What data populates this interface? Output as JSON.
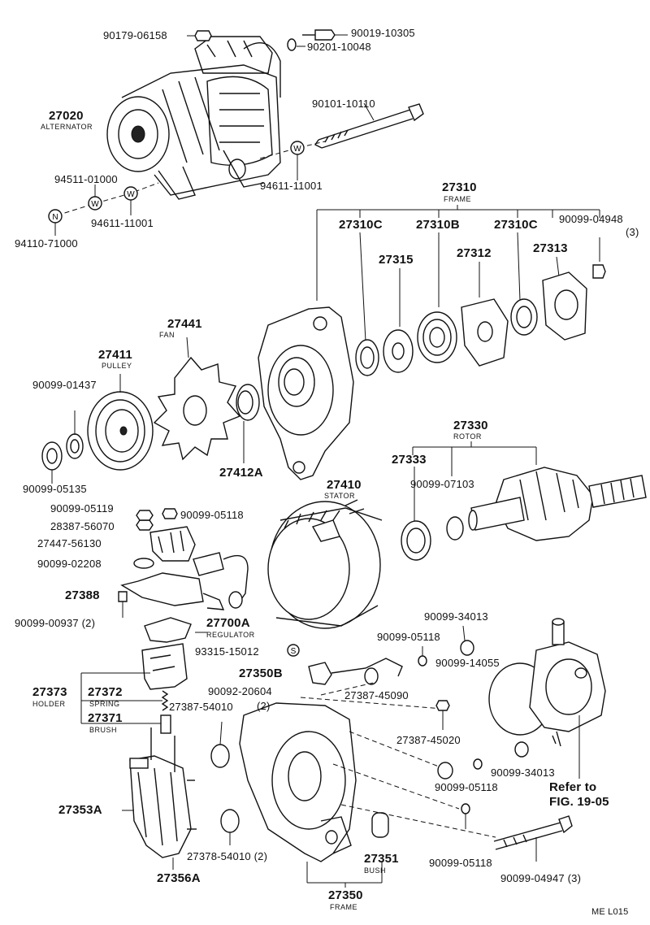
{
  "labels": {
    "p90179_06158": "90179-06158",
    "p90019_10305": "90019-10305",
    "p90201_10048": "90201-10048",
    "p27020": "27020",
    "alternator": "ALTERNATOR",
    "p90101_10110": "90101-10110",
    "p94511_01000": "94511-01000",
    "p94611_11001_a": "94611-11001",
    "p94611_11001_b": "94611-11001",
    "p94110_71000": "94110-71000",
    "p27310": "27310",
    "frame_top": "FRAME",
    "p27310C_a": "27310C",
    "p27310B": "27310B",
    "p27310C_b": "27310C",
    "p90099_04948": "90099-04948",
    "qty3_top": "(3)",
    "p27315": "27315",
    "p27312": "27312",
    "p27313": "27313",
    "p27441": "27441",
    "fan": "FAN",
    "p27411": "27411",
    "pulley": "PULLEY",
    "p90099_01437": "90099-01437",
    "p27412A": "27412A",
    "p90099_05135": "90099-05135",
    "p27330": "27330",
    "rotor": "ROTOR",
    "p27333": "27333",
    "p90099_07103": "90099-07103",
    "p27410": "27410",
    "stator": "STATOR",
    "p90099_05119": "90099-05119",
    "p28387_56070": "28387-56070",
    "p90099_05118_a": "90099-05118",
    "p27447_56130": "27447-56130",
    "p90099_02208": "90099-02208",
    "p27388": "27388",
    "p90099_00937": "90099-00937 (2)",
    "p27700A": "27700A",
    "regulator": "REGULATOR",
    "p93315_15012": "93315-15012",
    "p90099_34013_a": "90099-34013",
    "p90099_05118_b": "90099-05118",
    "p90099_14055": "90099-14055",
    "p27350B": "27350B",
    "p90092_20604": "90092-20604",
    "qty2_mid": "(2)",
    "p27387_45090": "27387-45090",
    "p27373": "27373",
    "holder": "HOLDER",
    "p27372": "27372",
    "spring": "SPRING",
    "p27387_54010": "27387-54010",
    "p27371": "27371",
    "brush": "BRUSH",
    "p27387_45020": "27387-45020",
    "p90099_34013_b": "90099-34013",
    "p90099_05118_c": "90099-05118",
    "refer_to": "Refer to",
    "fig_ref": "FIG. 19-05",
    "p27353A": "27353A",
    "p27378_54010": "27378-54010 (2)",
    "p27351": "27351",
    "bush": "BUSH",
    "p90099_05118_d": "90099-05118",
    "p90099_04947": "90099-04947 (3)",
    "p27356A": "27356A",
    "p27350": "27350",
    "frame_bottom": "FRAME",
    "code": "ME L015"
  },
  "glyphs": {
    "washer_w": "W",
    "nut_n": "N",
    "clip_s": "S"
  }
}
